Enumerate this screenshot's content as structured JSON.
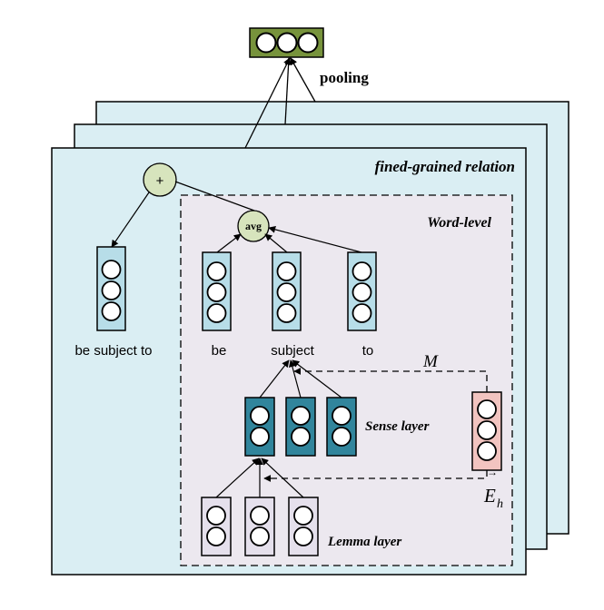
{
  "labels": {
    "pooling": "pooling",
    "relation_title": "fined-grained relation",
    "word_level": "Word-level",
    "sense_layer": "Sense layer",
    "lemma_layer": "Lemma layer",
    "plus": "+",
    "avg": "avg",
    "phrase": "be subject to",
    "word_be": "be",
    "word_subject": "subject",
    "word_to": "to",
    "m": "M",
    "eh_base": "E",
    "eh_sub": "h",
    "eh_arrow": "→"
  },
  "colors": {
    "panel_fill": "#daeef3",
    "word_panel_fill": "#ece8ef",
    "light_blue_vector": "#b7dde8",
    "teal_vector": "#31859c",
    "lemma_vector": "#e5e0ec",
    "pink_vector": "#f2c4c0",
    "pool_vector": "#77933c",
    "node_fill": "#d7e4bd"
  }
}
